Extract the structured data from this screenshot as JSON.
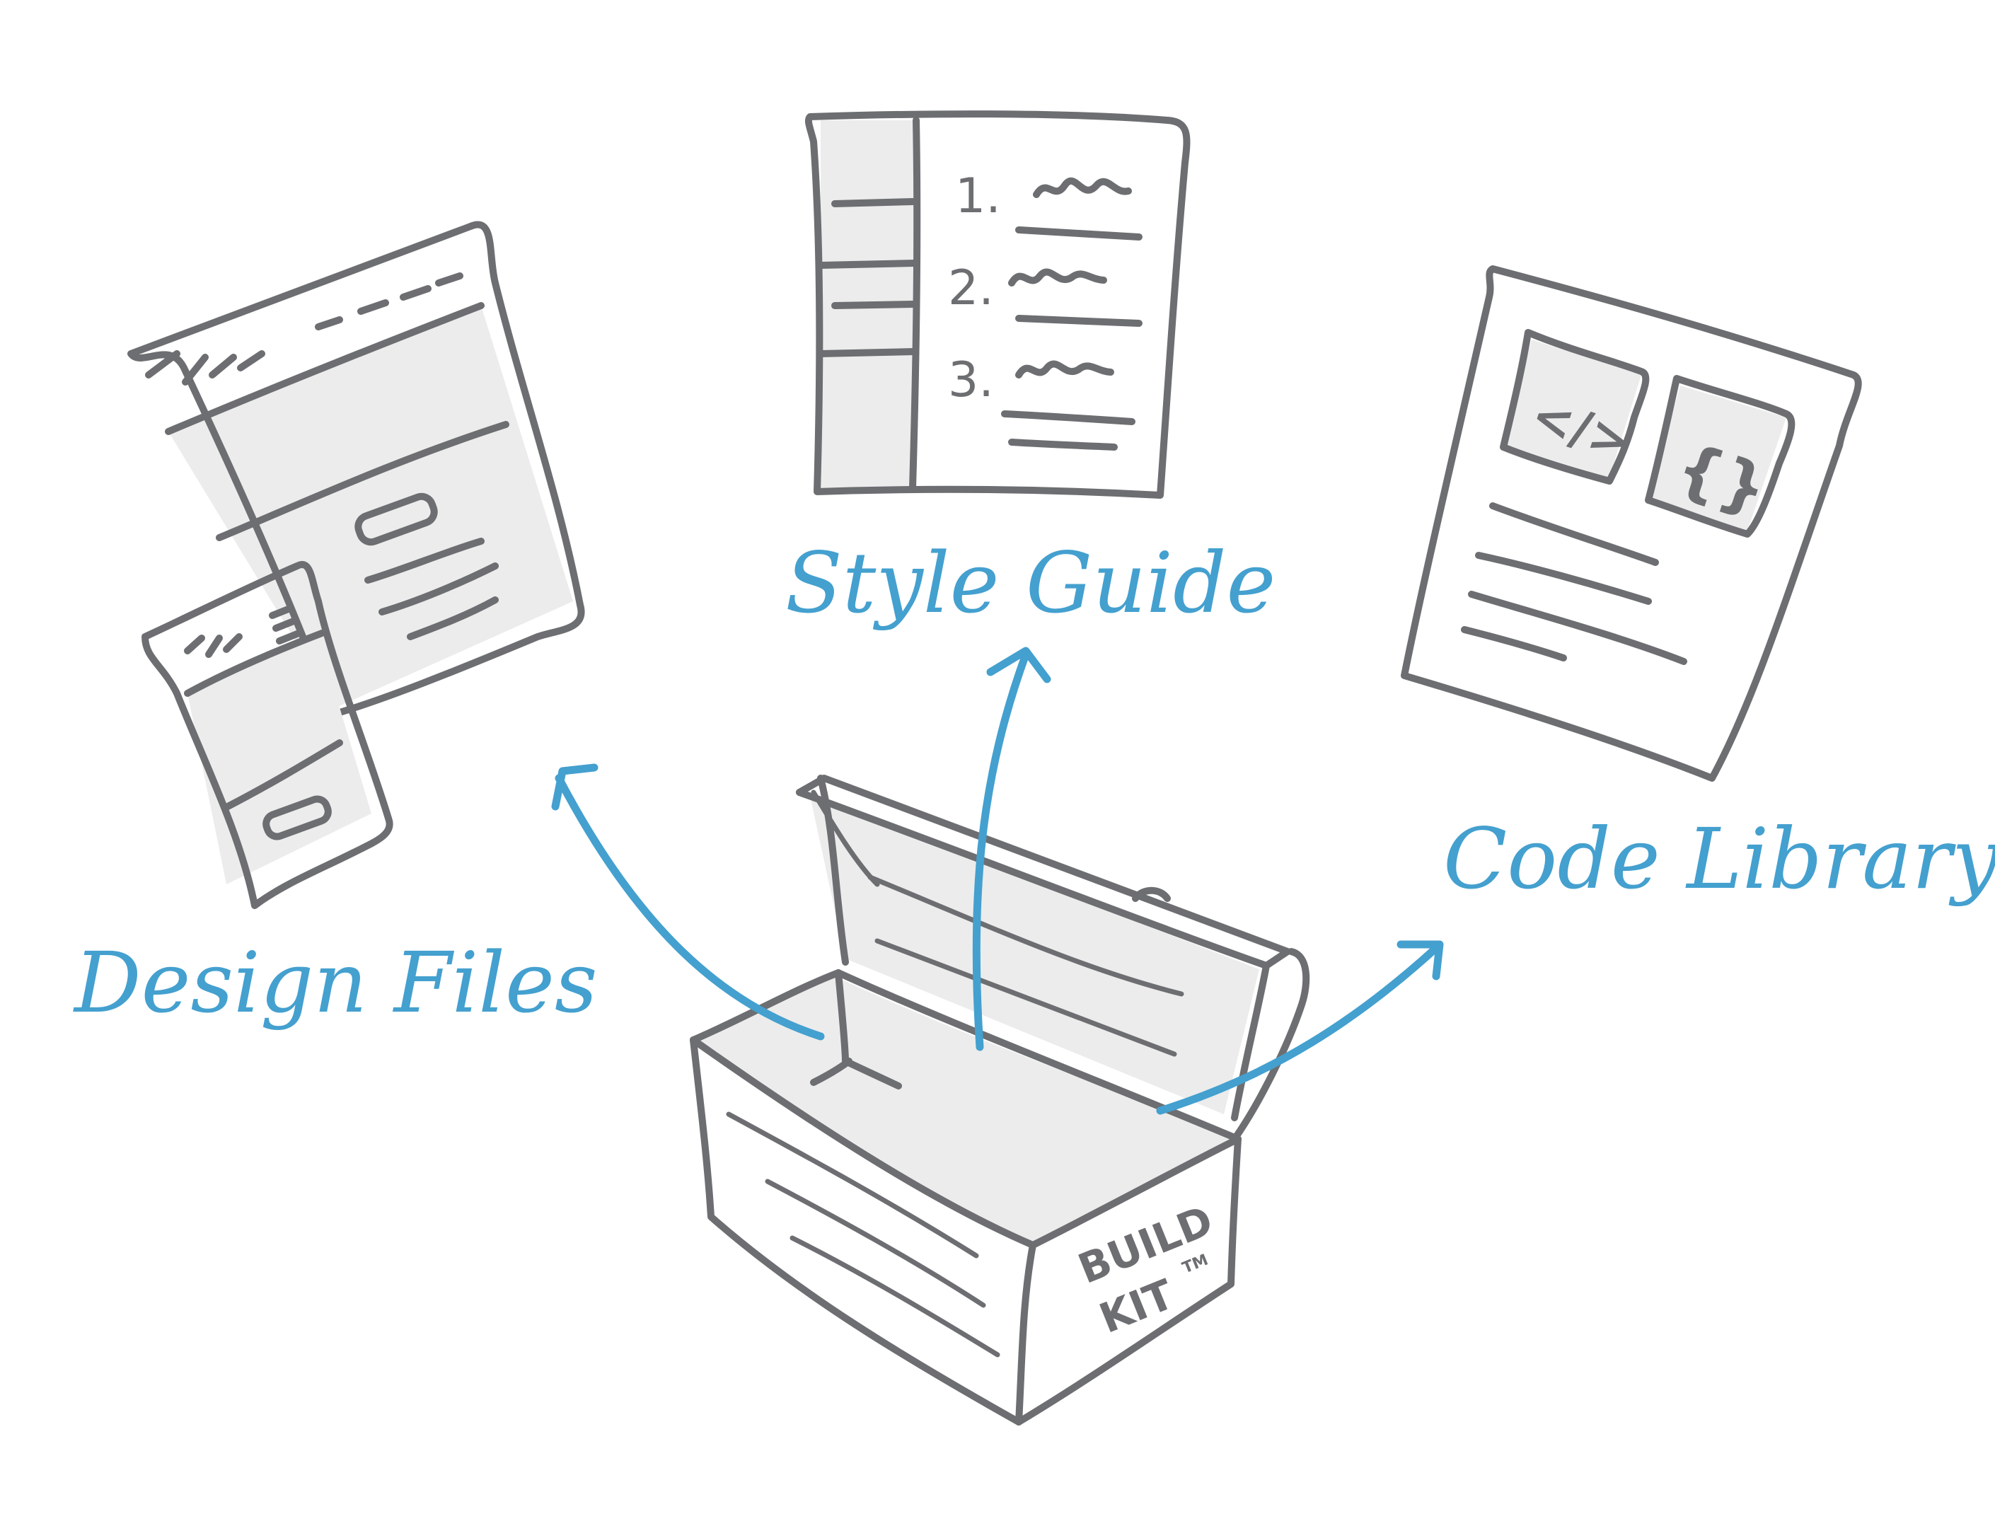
{
  "labels": {
    "design_files": "Design Files",
    "style_guide": "Style Guide",
    "code_library": "Code Library"
  },
  "toolbox": {
    "brand_line1": "BUILD",
    "brand_line2": "KIT",
    "trademark": "TM"
  },
  "style_guide_list": {
    "item1": "1.",
    "item2": "2.",
    "item3": "3."
  },
  "code_library_tiles": {
    "html_tag": "</>",
    "braces": "{}"
  },
  "colors": {
    "ink": "#6d6e71",
    "fill": "#ececec",
    "accent": "#44a0cf"
  },
  "icons": [
    "design-files-icon",
    "style-guide-icon",
    "code-library-icon",
    "toolbox-icon"
  ]
}
